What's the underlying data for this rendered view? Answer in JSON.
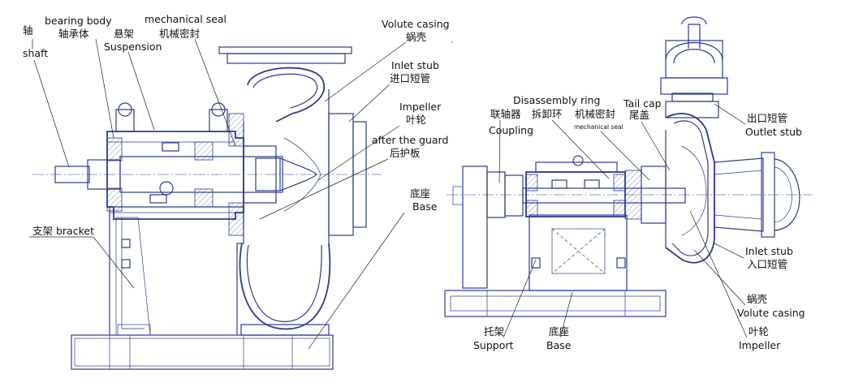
{
  "left_view": {
    "labels": {
      "shaft_cn": "轴",
      "shaft_en": "shaft",
      "bearing_body_en": "bearing body",
      "bearing_body_cn": "轴承体",
      "suspension_cn": "悬架",
      "suspension_en": "Suspension",
      "mech_seal_en": "mechanical seal",
      "mech_seal_cn": "机械密封",
      "volute_en": "Volute casing",
      "volute_cn": "蜗壳",
      "inlet_en": "Inlet stub",
      "inlet_cn": "进口短管",
      "impeller_en": "Impeller",
      "impeller_cn": "叶轮",
      "guard_en": "after the guard",
      "guard_cn": "后护板",
      "bracket": "支架 bracket",
      "base_cn": "底座",
      "base_en": "Base"
    }
  },
  "right_view": {
    "labels": {
      "disassembly_en": "Disassembly ring",
      "coupling_cn": "联轴器",
      "disassembly_cn": "拆卸环",
      "mech_seal_cn": "机械密封",
      "tail_cap_en": "Tail cap",
      "tail_cap_cn": "尾盖",
      "mech_seal_en": "mechanical seal",
      "coupling_en": "Coupling",
      "outlet_cn": "出口短管",
      "outlet_en": "Outlet stub",
      "inlet_en": "Inlet stub",
      "inlet_cn": "入口短管",
      "volute_cn": "蜗壳",
      "volute_en": "Volute casing",
      "support_cn": "托架",
      "support_en": "Support",
      "base_cn": "底座",
      "base_en": "Base",
      "impeller_cn": "叶轮",
      "impeller_en": "Impeller"
    }
  }
}
